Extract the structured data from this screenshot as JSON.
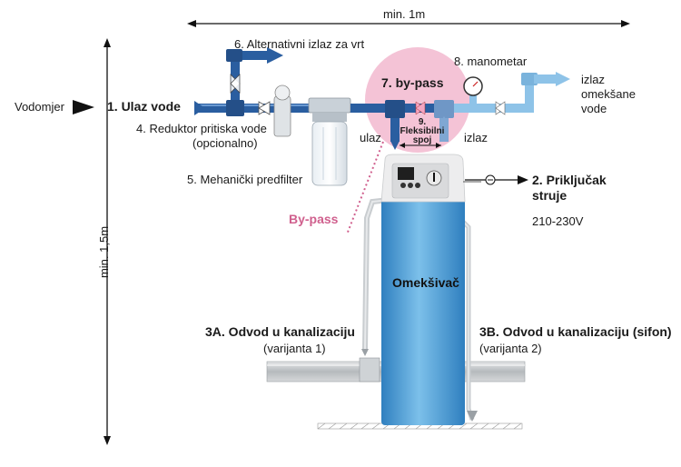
{
  "labels": {
    "min_1m": "min. 1m",
    "min_1_5m": "min. 1,5m",
    "vodomjer": "Vodomjer",
    "ulaz_vode": "1. Ulaz vode",
    "alt_izlaz": "6. Alternativni izlaz za vrt",
    "reduktor_line1": "4. Reduktor pritiska vode",
    "reduktor_line2": "(opcionalno)",
    "predfilter": "5. Mehanički predfilter",
    "bypass_title": "7. by-pass",
    "fleks_num": "9.",
    "fleks_line1": "Fleksibilni",
    "fleks_line2": "spoj",
    "ulaz": "ulaz",
    "izlaz": "izlaz",
    "manometar": "8. manometar",
    "izlaz_omeksane_1": "izlaz",
    "izlaz_omeksane_2": "omekšane",
    "izlaz_omeksane_3": "vode",
    "prikljucak_line1": "2. Priključak",
    "prikljucak_line2": "struje",
    "voltage": "210-230V",
    "bypass_pink": "By-pass",
    "omeksivac": "Omekšivač",
    "odvod_a": "3A. Odvod u kanalizaciju",
    "odvod_a_var": "(varijanta 1)",
    "odvod_b": "3B. Odvod u kanalizaciju (sifon)",
    "odvod_b_var": "(varijanta 2)"
  },
  "colors": {
    "pipe_dark": "#2a5ea0",
    "pipe_light": "#8ec3e8",
    "bypass_circle": "#f2b8cf",
    "bypass_text": "#d0608e",
    "tank": "#5aa6d8",
    "grey": "#b9bcbf"
  }
}
